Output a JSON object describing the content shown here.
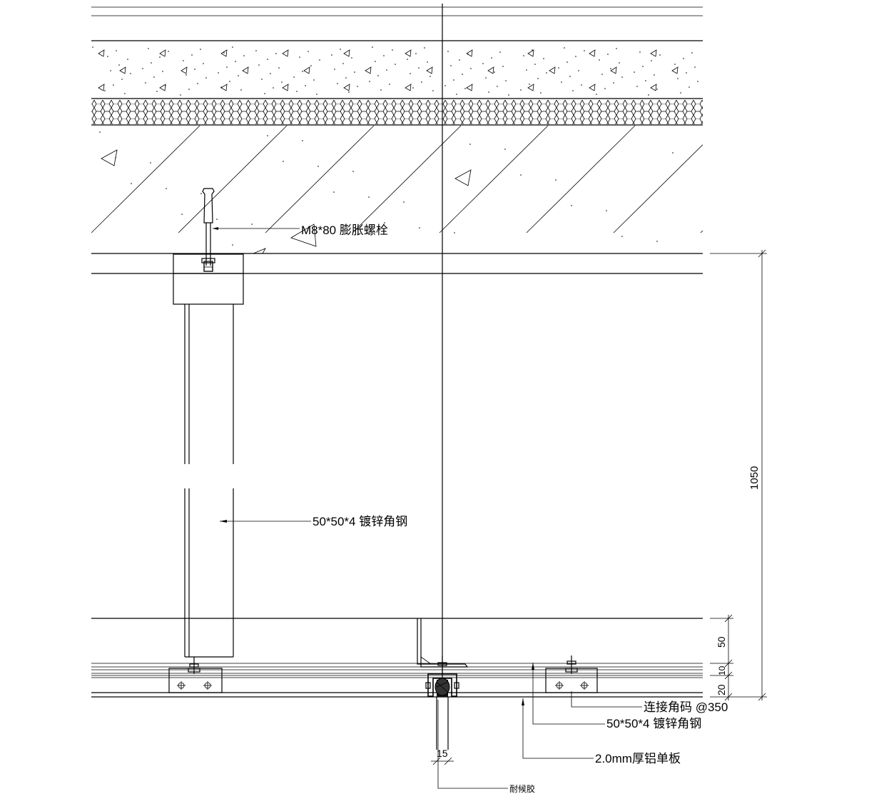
{
  "annotations": {
    "anchor_bolt": "M8*80 膨胀螺栓",
    "vertical_angle": "50*50*4 镀锌角钢",
    "connector": "连接角码 @350",
    "horizontal_angle": "50*50*4 镀锌角钢",
    "panel": "2.0mm厚铝单板",
    "sealant": "耐候胶"
  },
  "dimensions": {
    "total": "1050",
    "d50": "50",
    "d10": "10",
    "d20": "20",
    "d15": "15"
  }
}
